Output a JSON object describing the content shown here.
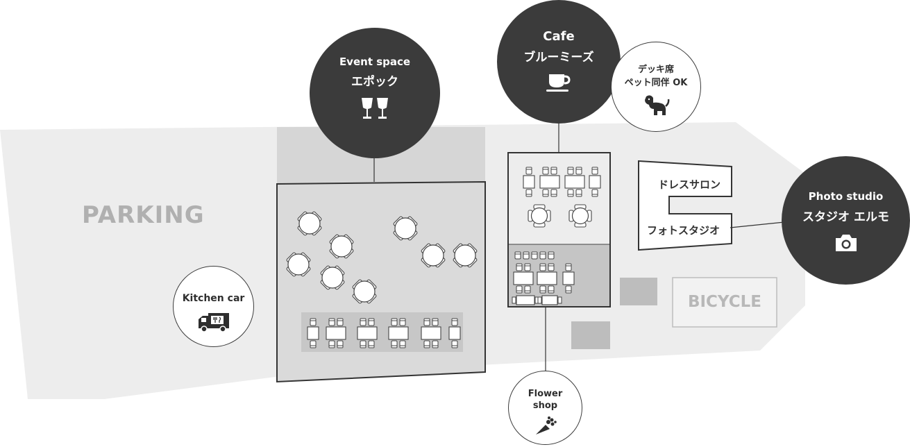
{
  "areas": {
    "parking": "PARKING",
    "bicycle": "BICYCLE",
    "dress_salon": "ドレスサロン",
    "photo_studio_room": "フォトスタジオ"
  },
  "pins": {
    "event_space": {
      "title_en": "Event space",
      "title_ja": "エポック",
      "icon": "wine-glasses-icon"
    },
    "cafe": {
      "title_en": "Cafe",
      "title_ja": "ブルーミーズ",
      "icon": "coffee-cup-icon"
    },
    "deck": {
      "line1": "デッキ席",
      "line2": "ペット同伴 OK",
      "icon": "dog-icon"
    },
    "photo_studio": {
      "title_en": "Photo studio",
      "title_ja": "スタジオ エルモ",
      "icon": "camera-icon"
    },
    "kitchen_car": {
      "title_en": "Kitchen car",
      "icon": "food-truck-icon"
    },
    "flower_shop": {
      "line1": "Flower",
      "line2": "shop",
      "icon": "bouquet-icon"
    }
  },
  "colors": {
    "floor": "#ededed",
    "event_back": "#d6d6d6",
    "hall": "#dadada",
    "pin_dark": "#3b3b3b",
    "line": "#333333"
  }
}
